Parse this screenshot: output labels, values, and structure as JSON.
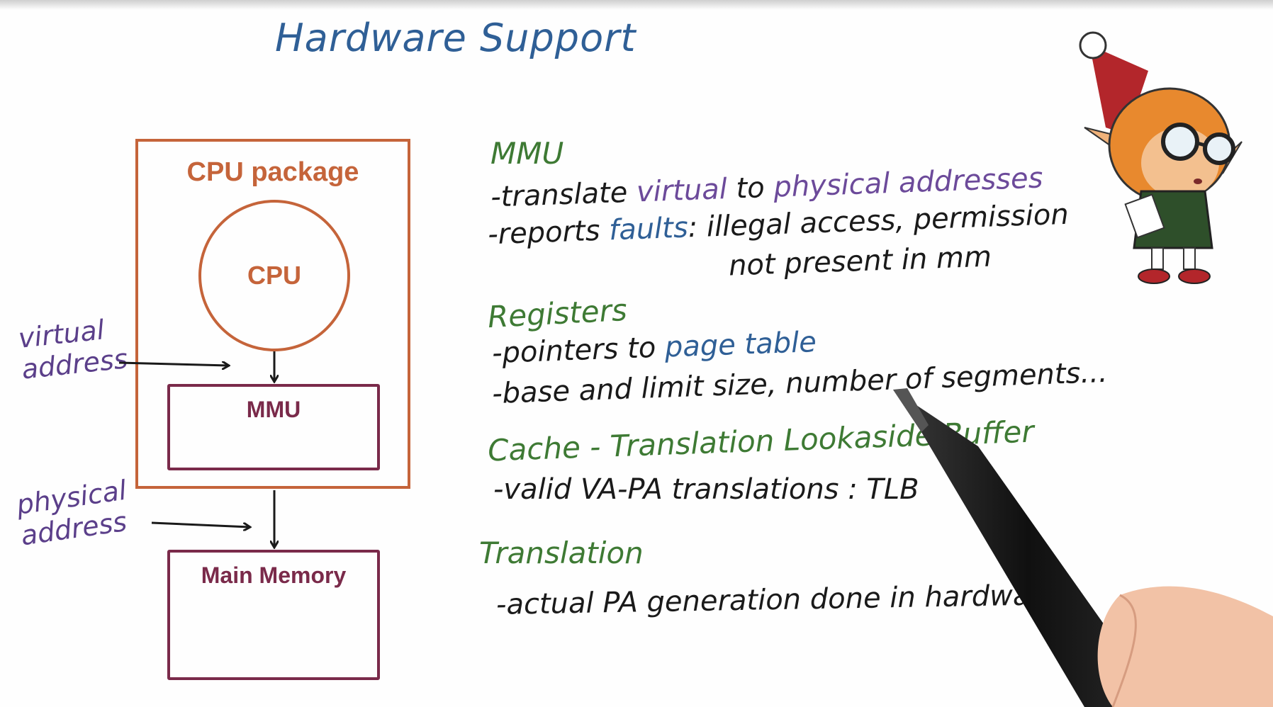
{
  "title": "Hardware Support",
  "diagram": {
    "cpu_package": "CPU package",
    "cpu": "CPU",
    "mmu": "MMU",
    "main_memory": "Main Memory",
    "virtual_address": [
      "virtual",
      "address"
    ],
    "physical_address": [
      "physical",
      "address"
    ]
  },
  "notes": {
    "mmu": {
      "heading": "MMU",
      "line1": {
        "prefix": "-translate ",
        "virtual": "virtual",
        "to": " to ",
        "physical": "physical addresses"
      },
      "line2": {
        "prefix": "-reports ",
        "faults": "faults",
        "rest": ": illegal access, permission"
      },
      "line3": "not present in mm"
    },
    "registers": {
      "heading": "Registers",
      "line1": {
        "prefix": "-pointers to ",
        "page_table": "page table"
      },
      "line2": "-base and limit size, number of segments..."
    },
    "cache": {
      "heading": "Cache - Translation Lookaside Buffer",
      "line1": "-valid VA-PA translations : TLB"
    },
    "translation": {
      "heading": "Translation",
      "line1": "-actual PA generation done in hardware"
    }
  },
  "colors": {
    "title": "#2f5f96",
    "cpu": "#c5643a",
    "box": "#7a2a4a",
    "annotation": "#5b3f8a",
    "heading": "#3e7a34",
    "highlight_blue": "#2f5f96",
    "highlight_purple": "#6c4a9a",
    "text": "#1a1a1a"
  },
  "icons": {
    "character": "elf-character-icon",
    "pen": "marker-pen-icon"
  }
}
